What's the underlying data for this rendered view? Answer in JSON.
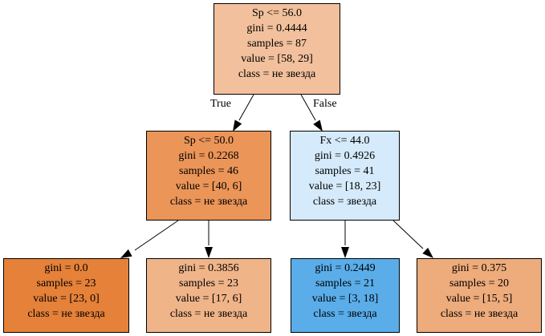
{
  "edge_labels": {
    "true": "True",
    "false": "False"
  },
  "nodes": [
    {
      "id": "n0",
      "color": "#f2c09c",
      "lines": [
        "Sp <= 56.0",
        "gini = 0.4444",
        "samples = 87",
        "value = [58, 29]",
        "class = не звезда"
      ]
    },
    {
      "id": "n1",
      "color": "#eb9558",
      "lines": [
        "Sp <= 50.0",
        "gini = 0.2268",
        "samples = 46",
        "value = [40, 6]",
        "class = не звезда"
      ]
    },
    {
      "id": "n2",
      "color": "#d5eafa",
      "lines": [
        "Fx <= 44.0",
        "gini = 0.4926",
        "samples = 41",
        "value = [18, 23]",
        "class = звезда"
      ]
    },
    {
      "id": "n3",
      "color": "#e58139",
      "lines": [
        "gini = 0.0",
        "samples = 23",
        "value = [23, 0]",
        "class = не звезда"
      ]
    },
    {
      "id": "n4",
      "color": "#f0b489",
      "lines": [
        "gini = 0.3856",
        "samples = 23",
        "value = [17, 6]",
        "class = не звезда"
      ]
    },
    {
      "id": "n5",
      "color": "#5aade9",
      "lines": [
        "gini = 0.2449",
        "samples = 21",
        "value = [3, 18]",
        "class = звезда"
      ]
    },
    {
      "id": "n6",
      "color": "#eeab7b",
      "lines": [
        "gini = 0.375",
        "samples = 20",
        "value = [15, 5]",
        "class = не звезда"
      ]
    }
  ]
}
